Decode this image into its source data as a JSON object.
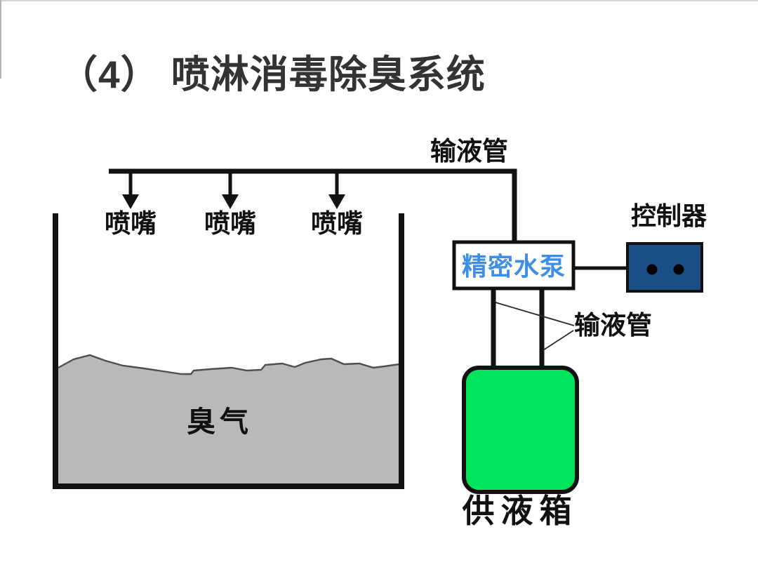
{
  "page": {
    "title": "（4） 喷淋消毒除臭系统"
  },
  "diagram": {
    "labels": {
      "supply_pipe_top": "输液管",
      "supply_pipe_lower": "输液管",
      "controller": "控制器",
      "pump": "精密水泵",
      "odor_gas": "臭气",
      "liquid_supply_tank": "供液箱"
    },
    "nozzles": [
      "喷嘴",
      "喷嘴",
      "喷嘴"
    ],
    "colors": {
      "line": "#111111",
      "title_text": "#333333",
      "pump_text": "#3E8EE4",
      "pump_box_fill": "#ffffff",
      "controller_fill": "#1A4F88",
      "controller_dot": "#000000",
      "supply_tank_fill": "#00E45C",
      "odor_gas_fill": "#B9B9B9",
      "gas_surface_stroke": "#4f4f4f"
    }
  }
}
